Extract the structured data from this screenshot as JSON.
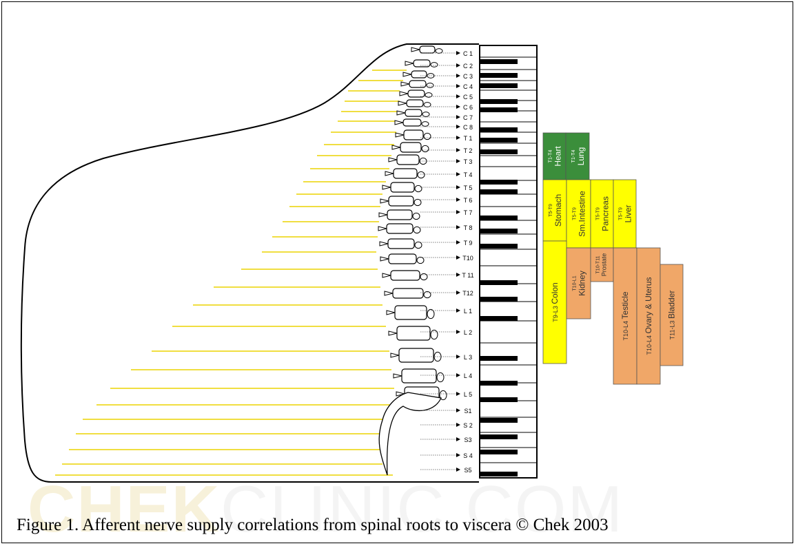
{
  "colors": {
    "green": "#3b8e3b",
    "yellow": "#ffff00",
    "orange": "#f0a768",
    "guide_line": "#ecd300",
    "piano_outline": "#000000"
  },
  "segments": [
    "C 1",
    "C 2",
    "C 3",
    "C 4",
    "C 5",
    "C 6",
    "C 7",
    "C 8",
    "T 1",
    "T 2",
    "T 3",
    "T 4",
    "T 5",
    "T 6",
    "T 7",
    "T 8",
    "T 9",
    "T10",
    "T 11",
    "T12",
    "L 1",
    "L 2",
    "L 3",
    "L 4",
    "L 5",
    "S1",
    "S 2",
    "S3",
    "S 4",
    "S5"
  ],
  "organs": [
    {
      "name": "Heart",
      "range": "T1-T4",
      "color": "green"
    },
    {
      "name": "Lung",
      "range": "T1-T4",
      "color": "green"
    },
    {
      "name": "Stomach",
      "range": "T5-T9",
      "color": "yellow"
    },
    {
      "name": "Sm.Intestine",
      "range": "T5-T9",
      "color": "yellow"
    },
    {
      "name": "Pancreas",
      "range": "T5-T9",
      "color": "yellow"
    },
    {
      "name": "Liver",
      "range": "T5-T9",
      "color": "yellow"
    },
    {
      "name": "Colon",
      "range": "T9-L3",
      "color": "yellow"
    },
    {
      "name": "Kidney",
      "range": "T10-L1",
      "color": "orange"
    },
    {
      "name": "Prostate",
      "range": "T10-T11",
      "color": "orange"
    },
    {
      "name": "Testicle",
      "range": "T10-L4",
      "color": "orange"
    },
    {
      "name": "Ovary & Uterus",
      "range": "T10-L4",
      "color": "orange"
    },
    {
      "name": "Bladder",
      "range": "T11-L3",
      "color": "orange"
    }
  ],
  "watermark": {
    "bold": "CHEK",
    "light": "CLINIC.COM"
  },
  "caption": "Figure 1. Afferent nerve supply correlations from spinal roots to viscera © Chek 2003"
}
